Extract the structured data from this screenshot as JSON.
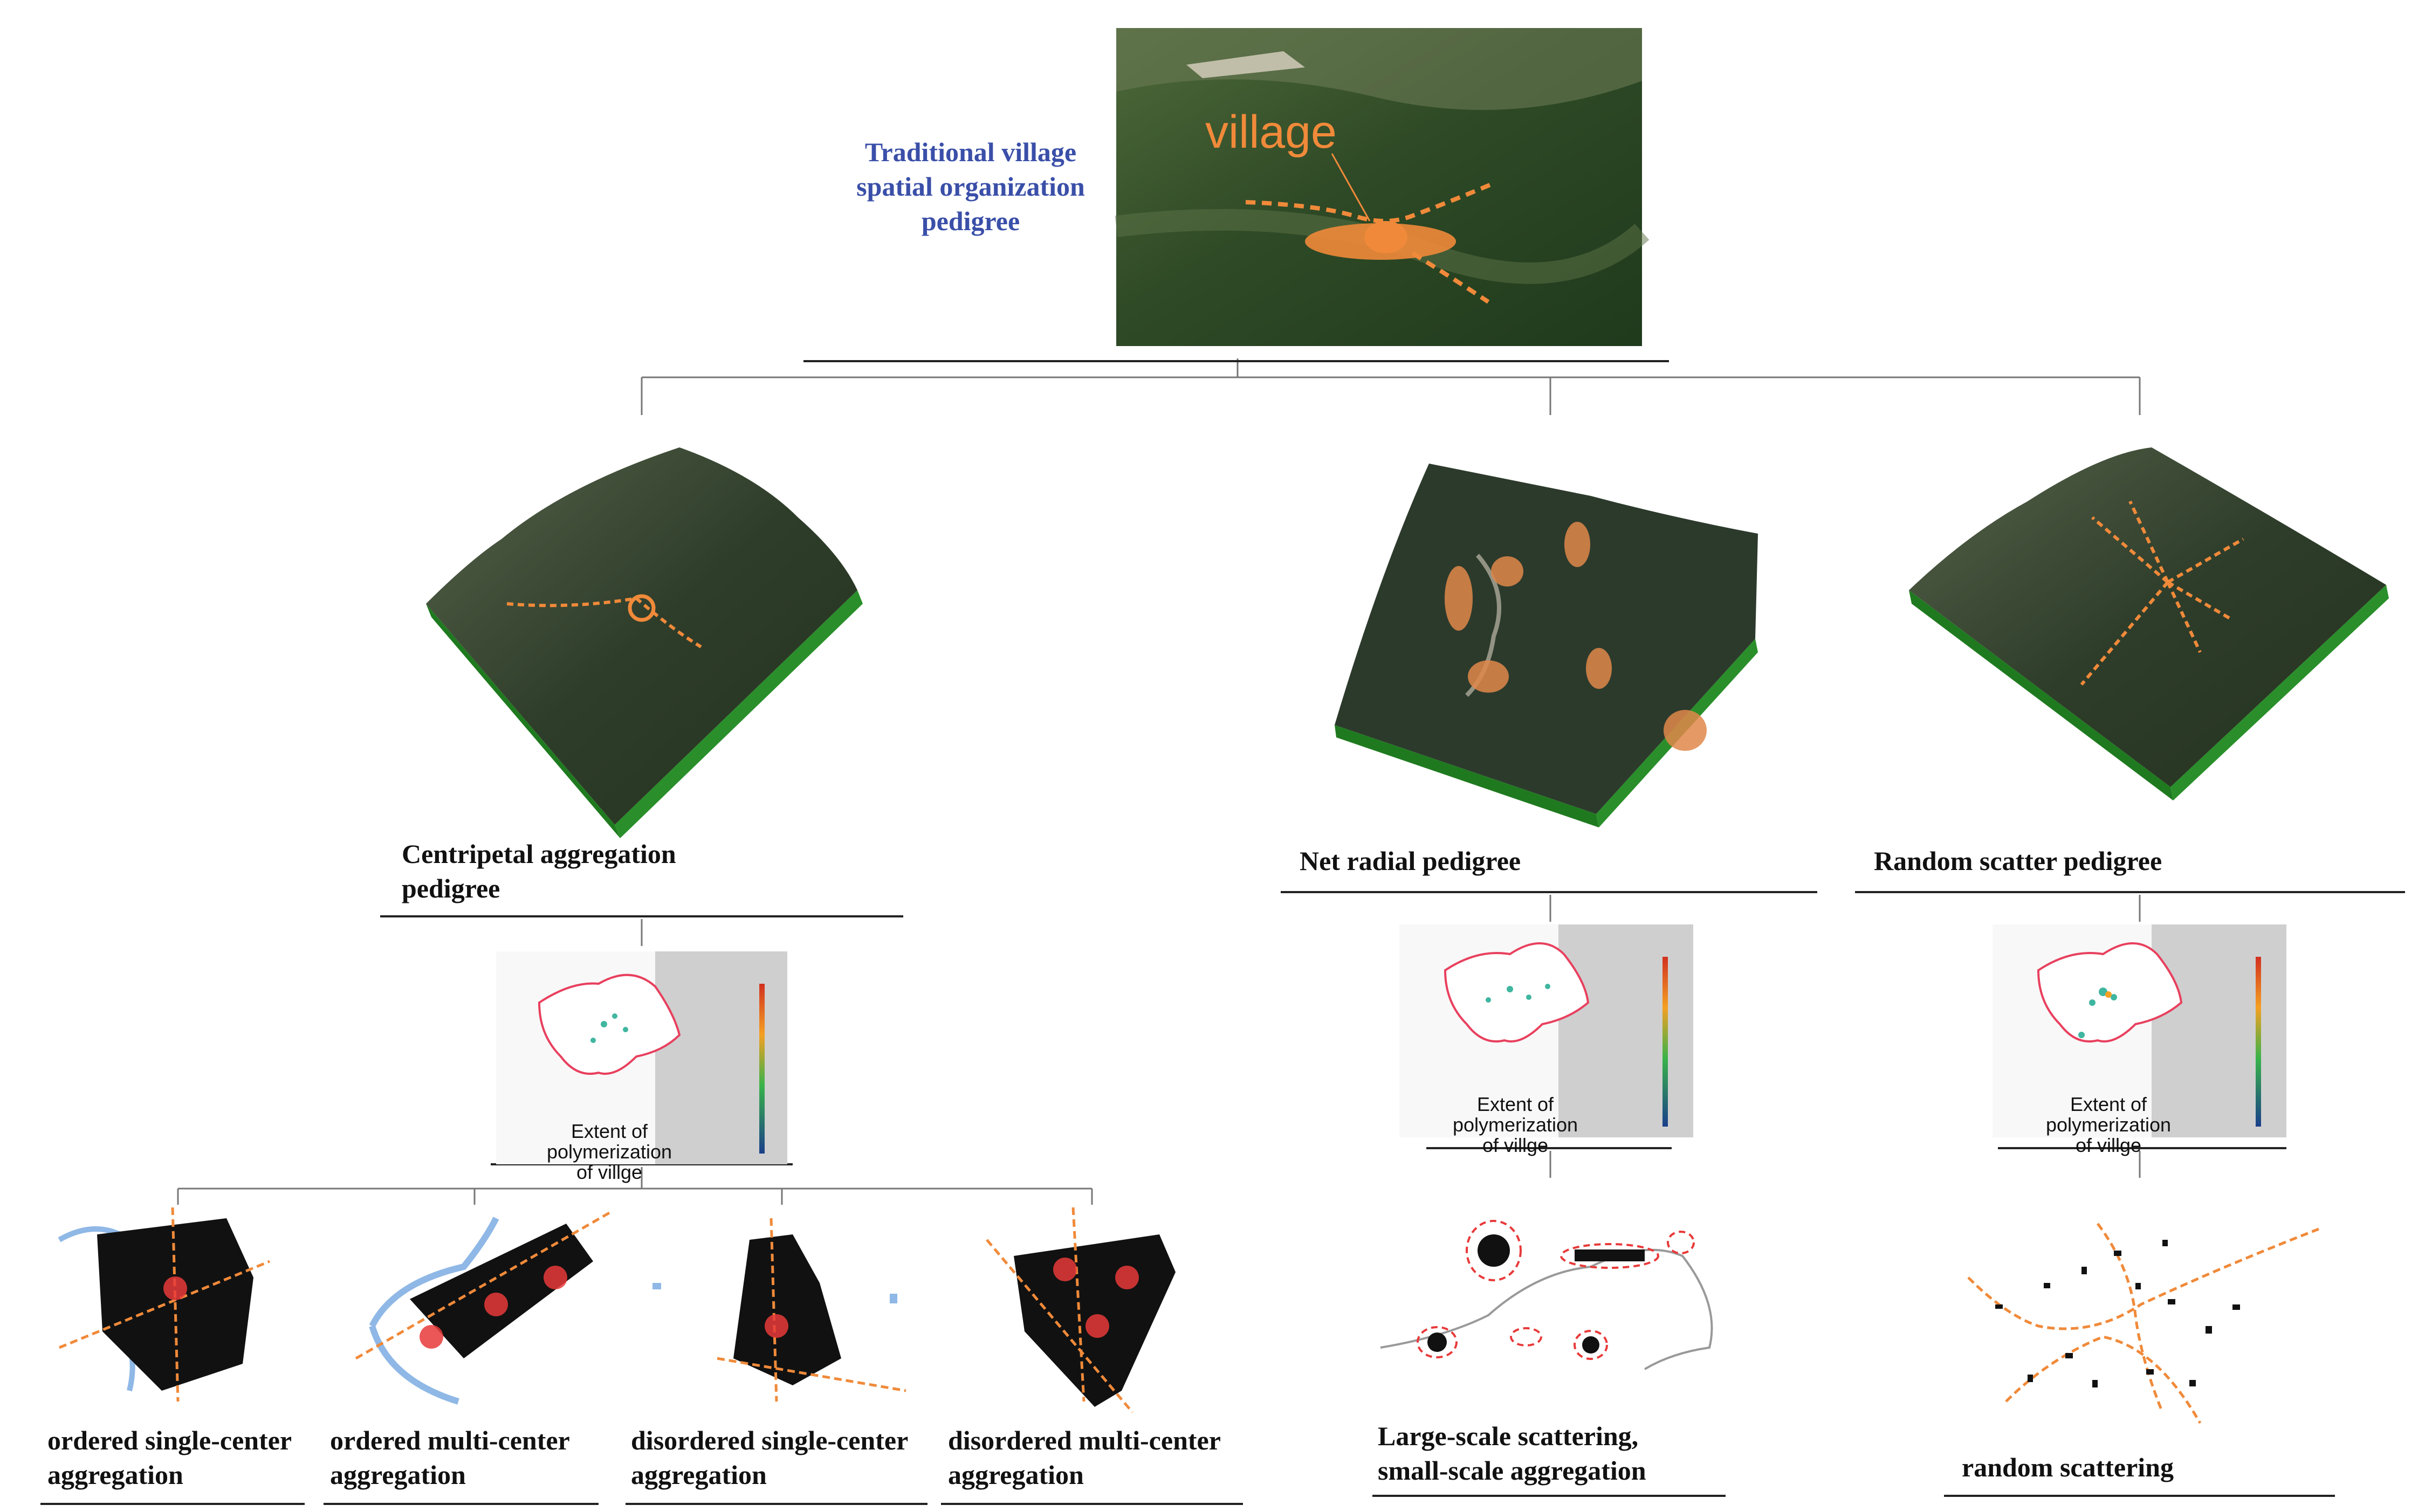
{
  "title": {
    "line1": "Traditional village",
    "line2": "spatial organization",
    "line3": "pedigree"
  },
  "photo_label": "village",
  "branches": {
    "centripetal": {
      "line1": "Centripetal aggregation",
      "line2": "pedigree"
    },
    "net_radial": "Net radial pedigree",
    "random_scatter": "Random scatter pedigree"
  },
  "heatmap": {
    "label_line1": "Extent of polymerization",
    "label_line2": "of villge"
  },
  "leaves": {
    "a": {
      "line1": "ordered single-center",
      "line2": "aggregation"
    },
    "b": {
      "line1": "ordered multi-center",
      "line2": "aggregation"
    },
    "c": {
      "line1": "disordered single-center",
      "line2": "aggregation"
    },
    "d": {
      "line1": "disordered multi-center",
      "line2": "aggregation"
    },
    "e": {
      "line1": "Large-scale scattering,",
      "line2": "small-scale aggregation"
    },
    "f": {
      "line1": "random scattering"
    }
  },
  "colors": {
    "title": "#3a4fa8",
    "accent_orange": "#f08a3a",
    "terrain_green": "#1f7a1f",
    "center_red": "#e83a3a",
    "water_blue": "#8fb8e6"
  }
}
